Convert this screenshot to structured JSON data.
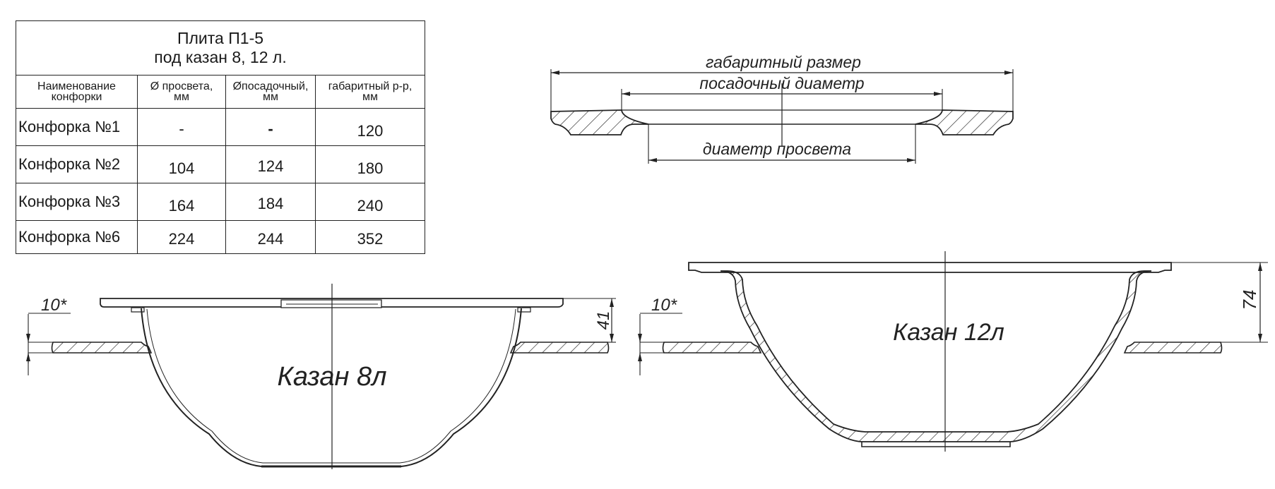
{
  "table": {
    "title_line1": "Плита П1-5",
    "title_line2": "под казан 8, 12 л.",
    "headers": [
      {
        "line1": "Наименование",
        "line2": "конфорки"
      },
      {
        "line1": "Ø просвета,",
        "line2": "мм"
      },
      {
        "line1": "Øпосадочный,",
        "line2": "мм"
      },
      {
        "line1": "габаритный р-р,",
        "line2": "мм"
      }
    ],
    "rows": [
      {
        "name": "Конфорка №1",
        "clearance": "-",
        "seat": "-",
        "overall": "120"
      },
      {
        "name": "Конфорка №2",
        "clearance": "104",
        "seat": "124",
        "overall": "180"
      },
      {
        "name": "Конфорка №3",
        "clearance": "164",
        "seat": "184",
        "overall": "240"
      },
      {
        "name": "Конфорка №6",
        "clearance": "224",
        "seat": "244",
        "overall": "352"
      }
    ]
  },
  "section": {
    "overall_label": "габаритный размер",
    "seat_label": "посадочный диаметр",
    "clearance_label": "диаметр просвета"
  },
  "kazan8": {
    "label": "Казан 8л",
    "gap_label": "10*",
    "height_label": "41"
  },
  "kazan12": {
    "label": "Казан 12л",
    "gap_label": "10*",
    "height_label": "74"
  }
}
